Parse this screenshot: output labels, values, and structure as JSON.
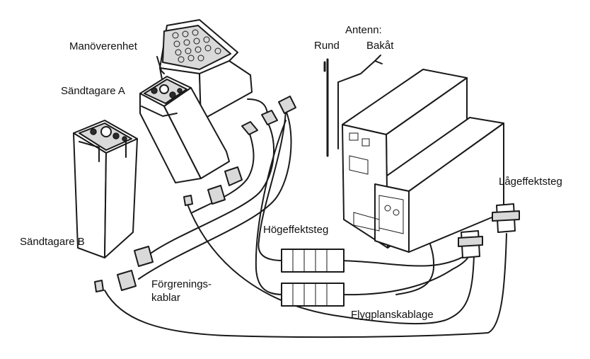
{
  "labels": {
    "manoverenhet": "Manöverenhet",
    "sandtagare_a": "Sändtagare A",
    "sandtagare_b": "Sändtagare B",
    "antenn": "Antenn:",
    "rund": "Rund",
    "bakat": "Bakåt",
    "lageffektsteg": "Lågeffektsteg",
    "hogeffektsteg": "Högeffektsteg",
    "forgrenings_line1": "Förgrenings-",
    "forgrenings_line2": "kablar",
    "flygplanskablage": "Flygplanskablage"
  },
  "colors": {
    "ink": "#1a1a1a",
    "fill_gray": "#d9d9d9",
    "background": "#ffffff"
  }
}
